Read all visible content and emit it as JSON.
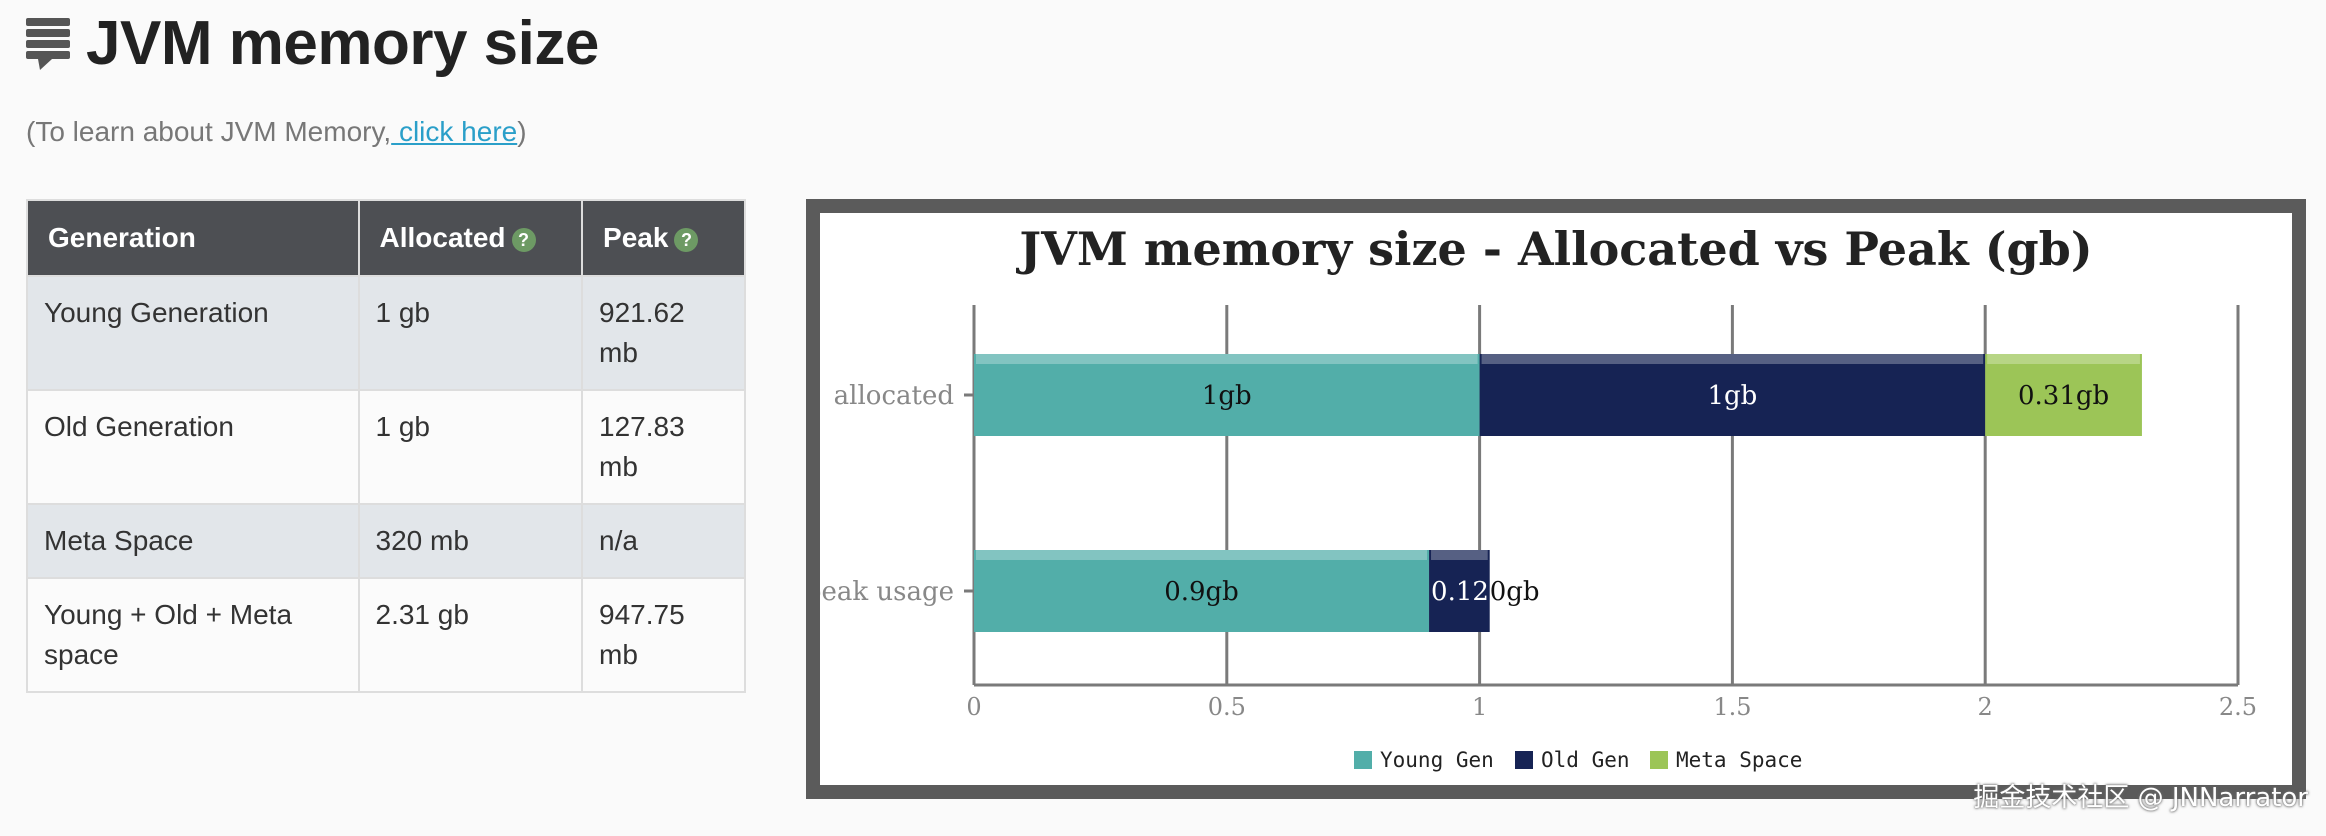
{
  "page": {
    "title": "JVM memory size",
    "learn_prefix": "(To learn about JVM Memory,",
    "learn_link": " click here",
    "learn_suffix": ")"
  },
  "table": {
    "headers": [
      "Generation",
      "Allocated",
      "Peak"
    ],
    "rows": [
      [
        "Young Generation",
        "1 gb",
        "921.62 mb"
      ],
      [
        "Old Generation",
        "1 gb",
        "127.83 mb"
      ],
      [
        "Meta Space",
        "320 mb",
        "n/a"
      ],
      [
        "Young + Old + Meta space",
        "2.31 gb",
        "947.75 mb"
      ]
    ]
  },
  "chart_data": {
    "type": "bar",
    "orientation": "horizontal",
    "stacked": true,
    "title": "JVM memory size - Allocated vs Peak (gb)",
    "categories": [
      "allocated",
      "peak usage"
    ],
    "series": [
      {
        "name": "Young Gen",
        "values": [
          1,
          0.9
        ],
        "labels": [
          "1gb",
          "0.9gb"
        ],
        "color": "#52aea9"
      },
      {
        "name": "Old Gen",
        "values": [
          1,
          0.12
        ],
        "labels": [
          "1gb",
          "0.12gb"
        ],
        "color": "#162354"
      },
      {
        "name": "Meta Space",
        "values": [
          0.31,
          0
        ],
        "labels": [
          "0.31gb",
          "0gb"
        ],
        "color": "#9cc557"
      }
    ],
    "xticks": [
      "0",
      "0.5",
      "1",
      "1.5",
      "2",
      "2.5"
    ],
    "xlim": [
      0,
      2.5
    ],
    "grid": true,
    "legend": "bottom-center"
  },
  "watermark": "掘金技术社区 @ JNNarrator",
  "colors": {
    "header_bg": "#4d4f53",
    "link": "#2a9fc9",
    "help_icon": "#6d9a64",
    "frame": "#5b5b5b"
  }
}
